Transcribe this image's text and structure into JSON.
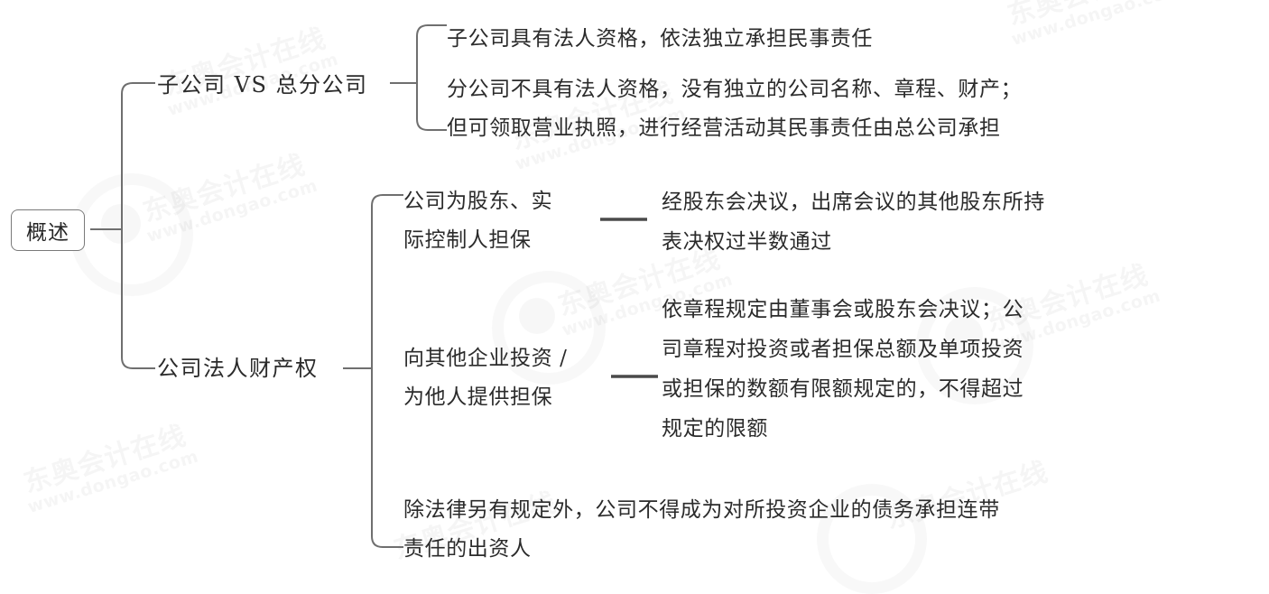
{
  "diagram": {
    "type": "mind-map",
    "title_node": "概述",
    "watermark": {
      "brand_cn": "东奥会计在线",
      "url": "www.dongao.com"
    },
    "branches": [
      {
        "label": "子公司 VS 总分公司",
        "leaves": [
          "子公司具有法人资格，依法独立承担民事责任",
          "分公司不具有法人资格，没有独立的公司名称、章程、财产；但可领取营业执照，进行经营活动其民事责任由总公司承担"
        ],
        "leaf_lines": {
          "leaf1": "子公司具有法人资格，依法独立承担民事责任",
          "leaf2_line1": "分公司不具有法人资格，没有独立的公司名称、章程、财产；",
          "leaf2_line2": "但可领取营业执照，进行经营活动其民事责任由总公司承担"
        }
      },
      {
        "label": "公司法人财产权",
        "items": [
          {
            "left": "公司为股东、实际控制人担保",
            "left_line1": "公司为股东、实",
            "left_line2": "际控制人担保",
            "right": "经股东会决议，出席会议的其他股东所持表决权过半数通过",
            "right_line1": "经股东会决议，出席会议的其他股东所持",
            "right_line2": "表决权过半数通过"
          },
          {
            "left": "向其他企业投资 / 为他人提供担保",
            "left_line1": "向其他企业投资 /",
            "left_line2": "为他人提供担保",
            "right": "依章程规定由董事会或股东会决议；公司章程对投资或者担保总额及单项投资或担保的数额有限额规定的，不得超过规定的限额",
            "right_line1": "依章程规定由董事会或股东会决议；公",
            "right_line2": "司章程对投资或者担保总额及单项投资",
            "right_line3": "或担保的数额有限额规定的，不得超过",
            "right_line4": "规定的限额"
          }
        ],
        "standalone_leaf": "除法律另有规定外，公司不得成为对所投资企业的债务承担连带责任的出资人",
        "standalone_leaf_line1": "除法律另有规定外，公司不得成为对所投资企业的债务承担连带",
        "standalone_leaf_line2": "责任的出资人"
      }
    ],
    "colors": {
      "line": "#6f6f6f",
      "dash": "#4a4a4a",
      "text": "#2b2b2b",
      "box_border": "#7a7a7a",
      "background": "#ffffff"
    }
  }
}
